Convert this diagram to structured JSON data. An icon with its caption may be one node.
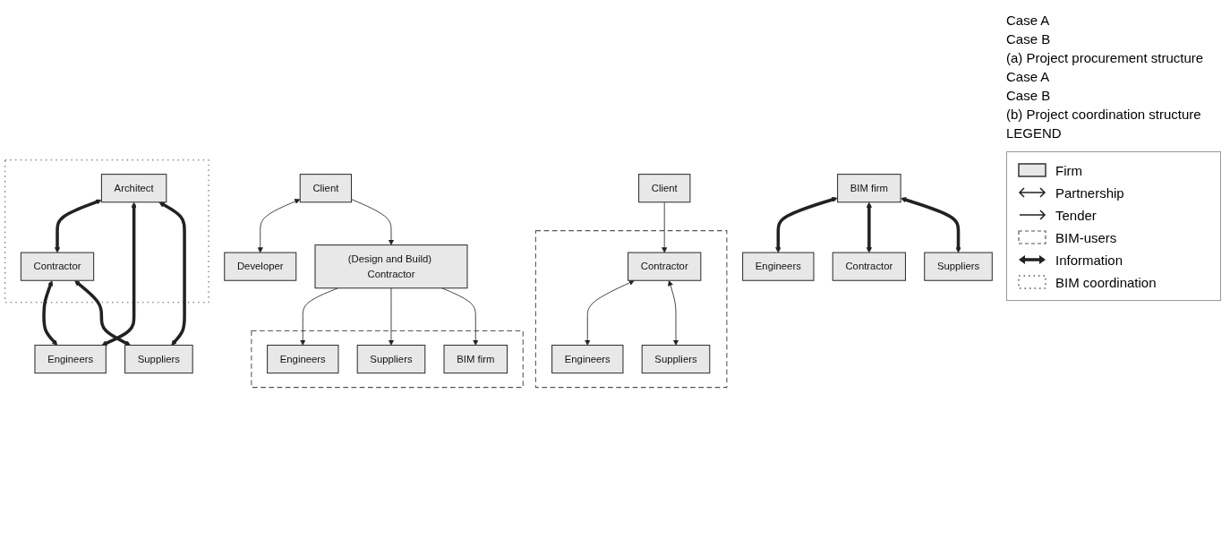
{
  "diagram": {
    "nodes": [
      {
        "text": [
          "Client"
        ]
      },
      {
        "text": [
          "Developer"
        ]
      },
      {
        "text": [
          "(Design and Build) Contractor"
        ]
      },
      {
        "text": [],
        "shape": "box"
      },
      {
        "text": [
          "Engineers"
        ],
        "in": 3
      },
      {
        "text": [
          "BIM firm"
        ],
        "in": 3
      },
      {
        "text": [
          "Suppliers"
        ],
        "in": 3
      },
      {
        "text": [
          "Client"
        ]
      },
      {
        "text": [],
        "shape": "box"
      },
      {
        "text": [
          "Contractor"
        ],
        "in": 8
      },
      {
        "text": [
          "Engineers"
        ],
        "in": 8
      },
      {
        "text": [
          "Suppliers"
        ],
        "in": 8
      },
      {
        "text": [
          "BIM firm"
        ]
      },
      {
        "text": [
          "Engineers"
        ]
      },
      {
        "text": [
          "Contractor"
        ]
      },
      {
        "text": [
          "Suppliers"
        ]
      },
      {
        "text": [],
        "shape": "box"
      },
      {
        "text": [
          "Architect"
        ],
        "in": 16
      },
      {
        "text": [
          "Contractor"
        ],
        "in": 16
      },
      {
        "text": [
          "Engineers"
        ]
      },
      {
        "text": [
          "Suppliers"
        ]
      }
    ],
    "edges": [
      {
        "from": 0,
        "to": 1,
        "arrow": "both"
      },
      {
        "from": 0,
        "to": 2,
        "arrow": "to"
      },
      {
        "from": 2,
        "to": 4,
        "arrow": "to"
      },
      {
        "from": 2,
        "to": 6,
        "arrow": "to"
      },
      {
        "from": 2,
        "to": 5,
        "arrow": "to"
      },
      {
        "from": 7,
        "to": 9,
        "arrow": "to"
      },
      {
        "from": 9,
        "to": 10,
        "arrow": "both"
      },
      {
        "from": 9,
        "to": 11,
        "arrow": "both"
      },
      {
        "from": 12,
        "to": 13,
        "arrow": "both",
        "style": "thick"
      },
      {
        "from": 12,
        "to": 14,
        "arrow": "both",
        "style": "thick"
      },
      {
        "from": 12,
        "to": 15,
        "arrow": "both",
        "style": "thick"
      },
      {
        "from": 17,
        "to": 18,
        "arrow": "both",
        "style": "thick"
      },
      {
        "from": 17,
        "to": 19,
        "arrow": "both",
        "style": "thick"
      },
      {
        "from": 17,
        "to": 20,
        "arrow": "both",
        "style": "thick"
      },
      {
        "from": 18,
        "to": 19,
        "arrow": "both",
        "style": "thick"
      },
      {
        "from": 18,
        "to": 20,
        "arrow": "both",
        "style": "thick"
      }
    ],
    "labels": [
      "Case A",
      "Case B",
      "(a) Project procurement structure",
      "Case A",
      "Case B",
      "(b) Project coordination structure",
      "LEGEND"
    ],
    "legend": [
      {
        "text": "Firm"
      },
      {
        "text": "Partnership"
      },
      {
        "text": "Tender"
      },
      {
        "text": "BIM-users"
      },
      {
        "text": "Information"
      },
      {
        "text": "BIM coordination"
      }
    ]
  }
}
